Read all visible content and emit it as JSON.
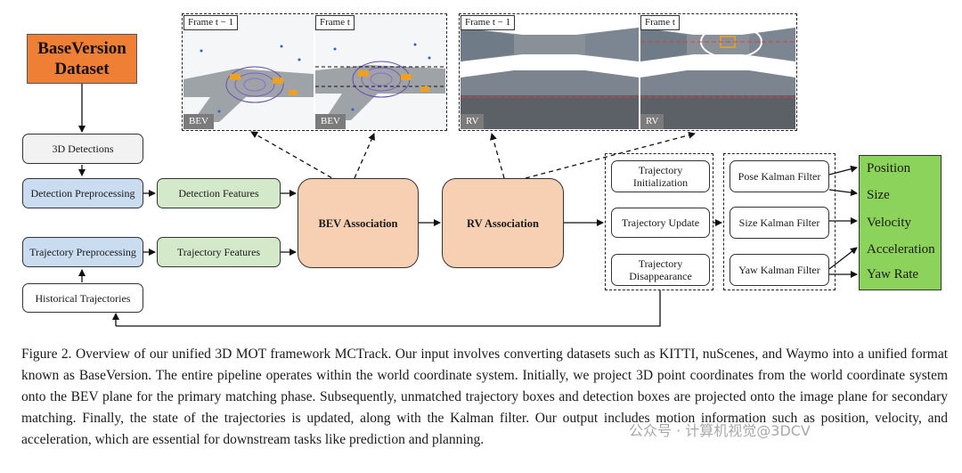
{
  "dataset": {
    "label": "BaseVersion Dataset"
  },
  "pipeline": {
    "detections": "3D Detections",
    "detection_preprocessing": "Detection Preprocessing",
    "detection_features": "Detection Features",
    "trajectory_preprocessing": "Trajectory Preprocessing",
    "trajectory_features": "Trajectory Features",
    "historical_trajectories": "Historical Trajectories",
    "bev_association": "BEV Association",
    "rv_association": "RV Association"
  },
  "management": {
    "init": "Trajectory Initialization",
    "update": "Trajectory Update",
    "disappearance": "Trajectory Disappearance"
  },
  "kalman": {
    "pose": "Pose Kalman Filter",
    "size": "Size Kalman Filter",
    "yaw": "Yaw Kalman Filter"
  },
  "outputs": [
    "Position",
    "Size",
    "Velocity",
    "Acceleration",
    "Yaw Rate"
  ],
  "bev_panels": {
    "frame_prev": "Frame t − 1",
    "frame_curr": "Frame t",
    "view_label": "BEV"
  },
  "rv_panels": {
    "frame_prev": "Frame t − 1",
    "frame_curr": "Frame t",
    "view_label": "RV"
  },
  "caption": "Figure 2. Overview of our unified 3D MOT framework MCTrack. Our input involves converting datasets such as KITTI, nuScenes, and Waymo into a unified format known as BaseVersion. The entire pipeline operates within the world coordinate system. Initially, we project 3D point coordinates from the world coordinate system onto the BEV plane for the primary matching phase. Subsequently, unmatched trajectory boxes and detection boxes are projected onto the image plane for secondary matching. Finally, the state of the trajectories is updated, along with the Kalman filter. Our output includes motion information such as position, velocity, and acceleration, which are essential for downstream tasks like prediction and planning.",
  "watermark": "公众号 · 计算机视觉@3DCV",
  "colors": {
    "dataset": "#f07f36",
    "preprocessing": "#c9dcf0",
    "features": "#d4e9c9",
    "association": "#f7cfb3",
    "outputs": "#8bd35a"
  }
}
